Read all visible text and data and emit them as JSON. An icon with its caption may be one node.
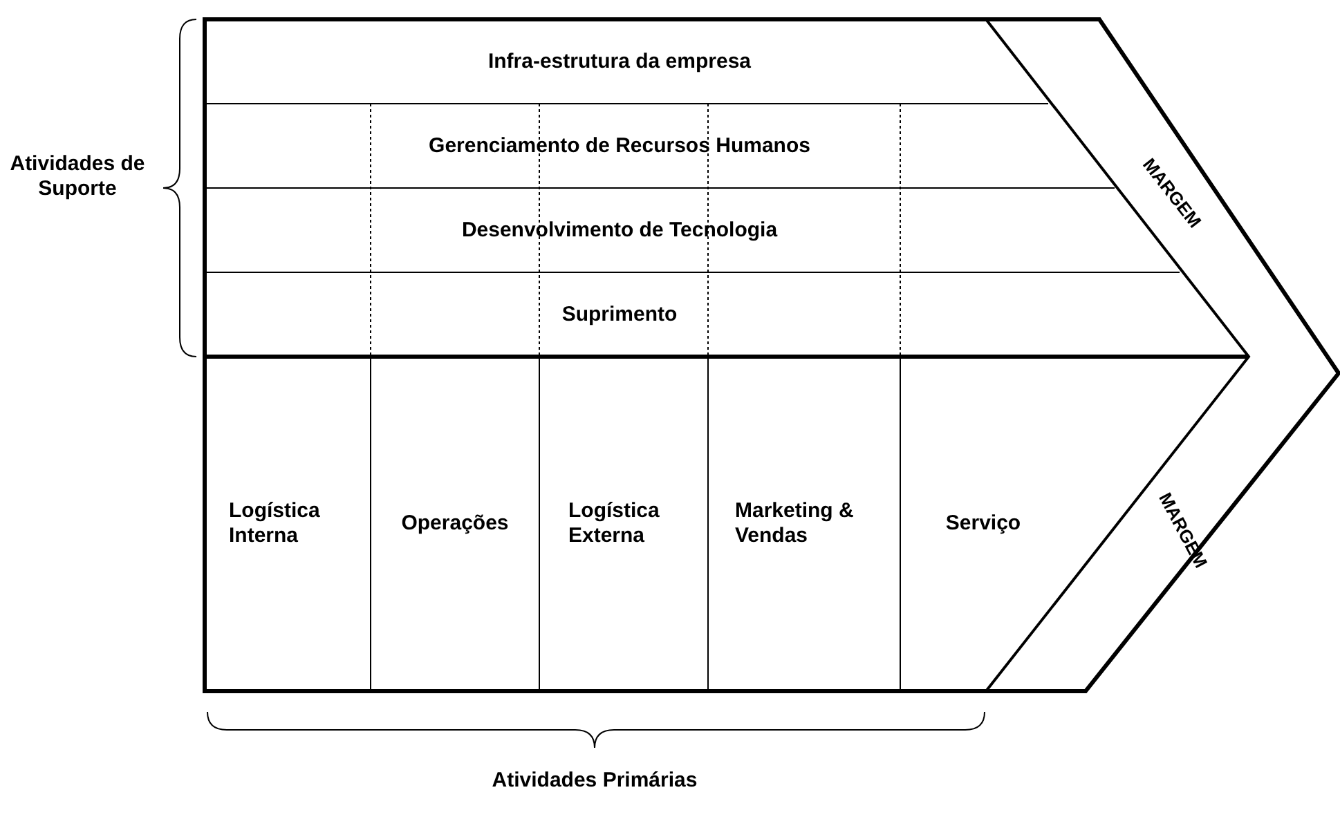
{
  "diagram": {
    "nodes": [
      {
        "text": [
          "Infra-estrutura da empresa"
        ]
      },
      {
        "text": [
          "Gerenciamento de Recursos Humanos"
        ]
      },
      {
        "text": [
          "Desenvolvimento de Tecnologia"
        ]
      },
      {
        "text": [
          "Suprimento"
        ]
      },
      {
        "text": [
          "Logística Interna"
        ]
      },
      {
        "text": [
          "Operações"
        ]
      },
      {
        "text": [
          "Logística Externa"
        ]
      },
      {
        "text": [
          "Marketing & Vendas"
        ]
      },
      {
        "text": [
          "Serviço"
        ]
      }
    ],
    "edges": [],
    "labels": [
      "Atividades de Suporte",
      "MARGEM",
      "MARGEM",
      "Atividades Primárias"
    ]
  }
}
